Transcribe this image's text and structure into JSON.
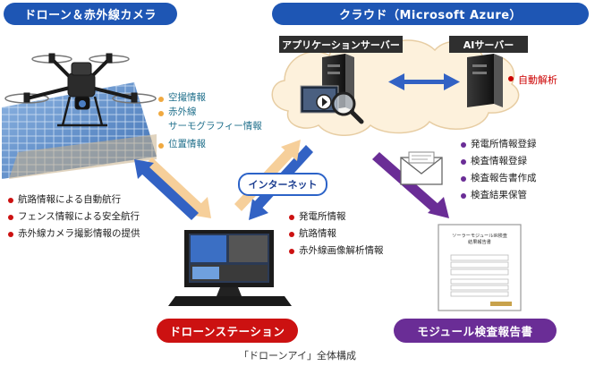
{
  "headers": {
    "drone": "ドローン＆赤外線カメラ",
    "cloud": "クラウド（Microsoft Azure）"
  },
  "servers": {
    "app": "アプリケーションサーバー",
    "ai": "AIサーバー",
    "ai_item": "自動解析"
  },
  "drone_info": [
    "空撮情報",
    "赤外線",
    "サーモグラフィー情報",
    "位置情報"
  ],
  "station_functions": [
    "航路情報による自動航行",
    "フェンス情報による安全航行",
    "赤外線カメラ撮影情報の提供"
  ],
  "station_uploads": [
    "発電所情報",
    "航路情報",
    "赤外線画像解析情報"
  ],
  "cloud_services": [
    "発電所情報登録",
    "検査情報登録",
    "検査報告書作成",
    "検査結果保管"
  ],
  "internet": "インターネット",
  "station_label": "ドローンステーション",
  "report_label": "モジュール検査報告書",
  "report_doc": {
    "title_line1": "ソーラーモジュールIR検査",
    "title_line2": "結果報告書"
  },
  "caption": "「ドローンアイ」全体構成",
  "colors": {
    "header_blue": "#1e56b4",
    "red": "#cc1111",
    "purple": "#6a2d96",
    "orange_arrow": "#f6cf9a",
    "blue_arrow": "#3262c4",
    "teal_text": "#1f6f8b"
  },
  "icons": [
    "drone-icon",
    "server-icon",
    "magnifier-icon",
    "envelope-icon",
    "monitor-icon",
    "document-icon",
    "cloud-icon"
  ]
}
